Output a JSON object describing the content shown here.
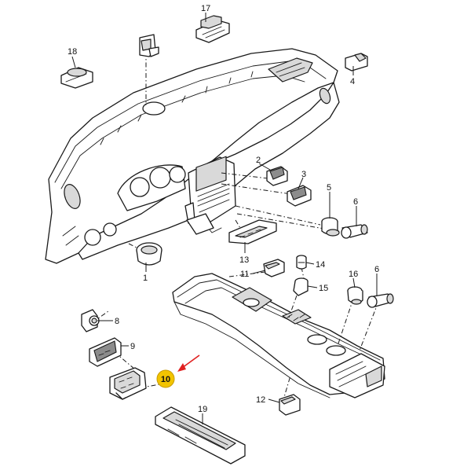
{
  "callouts": {
    "c1": "1",
    "c2": "2",
    "c3": "3",
    "c4": "4",
    "c5": "5",
    "c6a": "6",
    "c6b": "6",
    "c8": "8",
    "c9": "9",
    "c10": "10",
    "c11": "11",
    "c12": "12",
    "c13": "13",
    "c14": "14",
    "c15": "15",
    "c16": "16",
    "c17": "17",
    "c18": "18",
    "c19": "19"
  },
  "colors": {
    "highlight": "#f2c400",
    "arrow": "#e02020",
    "line": "#1a1a1a"
  }
}
